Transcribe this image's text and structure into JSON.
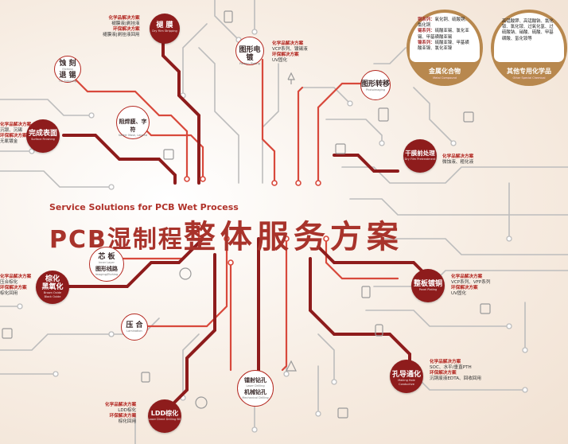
{
  "banner": {
    "subtitle": "Service Solutions for PCB Wet Process",
    "title_part1": "PCB湿制程",
    "title_part2": "整体服务方案"
  },
  "nodes": [
    {
      "id": "strip",
      "zh": "褪 膜",
      "en": "Dry Film Stripping"
    },
    {
      "id": "etch",
      "zh": "蚀 刻",
      "zh2": "退 锡",
      "en": "Etching",
      "en2": "Tin Stripping"
    },
    {
      "id": "pattern",
      "zh": "图形电镀",
      "en": "Pattern Plating"
    },
    {
      "id": "photoimg",
      "zh": "图形转移",
      "en": "Photoimaging"
    },
    {
      "id": "soldermask",
      "zh": "阻焊膜、字符",
      "en": "Solder Mask, Legend"
    },
    {
      "id": "finish",
      "zh": "完成表面",
      "en": "Surface Finishing"
    },
    {
      "id": "drypre",
      "zh": "干膜前处理",
      "en": "Dry Film Pretreatment"
    },
    {
      "id": "inner",
      "zh": "芯 板",
      "zh2": "图形线路",
      "en": "Inner Layer",
      "en2": "Imaging/Etching"
    },
    {
      "id": "brown",
      "zh": "棕化",
      "zh2": "黑氧化",
      "en": "Brown Oxide",
      "en2": "Black Oxide"
    },
    {
      "id": "lam",
      "zh": "压 合",
      "en": "Lamination"
    },
    {
      "id": "panel",
      "zh": "整板镀铜",
      "en": "Panel Plating"
    },
    {
      "id": "pth",
      "zh": "孔导通化",
      "en": "Making Hole Conductive"
    },
    {
      "id": "laser",
      "zh": "镭射钻孔",
      "zh2": "机械钻孔",
      "en": "Laser Drilling",
      "en2": "Mechanical Drilling"
    },
    {
      "id": "ldd",
      "zh": "LDD棕化",
      "en": "Laser Direct Drilling BO"
    }
  ],
  "descs": {
    "strip": {
      "h1": "化学品解决方案",
      "l1": "褪膜液|剥挂液",
      "h2": "环保解决方案",
      "l2": "褪膜液|剥挂液回用"
    },
    "pattern": {
      "h1": "化学品解决方案",
      "l1": "VCP系列、镀锡液",
      "h2": "环保解决方案",
      "l2": "UV固化"
    },
    "finish": {
      "h1": "化学品解决方案",
      "l1": "沉银、沉锡",
      "h2": "环保解决方案",
      "l2": "无氰镀金"
    },
    "drypre": {
      "h1": "化学品解决方案",
      "l1": "微蚀液、粗化液"
    },
    "brown": {
      "h1": "化学品解决方案",
      "l1": "压合棕化",
      "h2": "环保解决方案",
      "l2": "棕化回用"
    },
    "panel": {
      "h1": "化学品解决方案",
      "l1": "VCP系列、VFP系列",
      "h2": "环保解决方案",
      "l2": "UV固化"
    },
    "pth": {
      "h1": "化学品解决方案",
      "l1": "SOC、水平/垂直PTH",
      "h2": "环保解决方案",
      "l2": "沉铜废液EDTA、回收回用"
    },
    "ldd": {
      "h1": "化学品解决方案",
      "l1": "LDD棕化",
      "h2": "环保解决方案",
      "l2": "棕化回用"
    }
  },
  "chemicals": {
    "metal": {
      "title": "金属化合物",
      "en": "Metal Compound",
      "lines": [
        {
          "k": "铜系列：",
          "v": "氧化铜、硫酸铜、氯化铜"
        },
        {
          "k": "锡系列：",
          "v": "硫酸亚锡、氯化亚锡、甲基磺酸亚锡"
        },
        {
          "k": "镍系列：",
          "v": "硫酸亚镍、甲基磺酸亚镍、氯化亚镍"
        }
      ]
    },
    "special": {
      "title": "其他专用化学品",
      "en": "Other Special Chemical",
      "text": "高锰酸钾、高锰酸钠、氯化铵、氯化铵、过氧化氢、过硫酸钠、硝酸、硫酸、甲基磺酸、氢化铵等"
    }
  },
  "colors": {
    "dark_red": "#8e1c1c",
    "accent": "#b52a22",
    "tan": "#b8884e",
    "grey_line": "#b7b7b7"
  }
}
